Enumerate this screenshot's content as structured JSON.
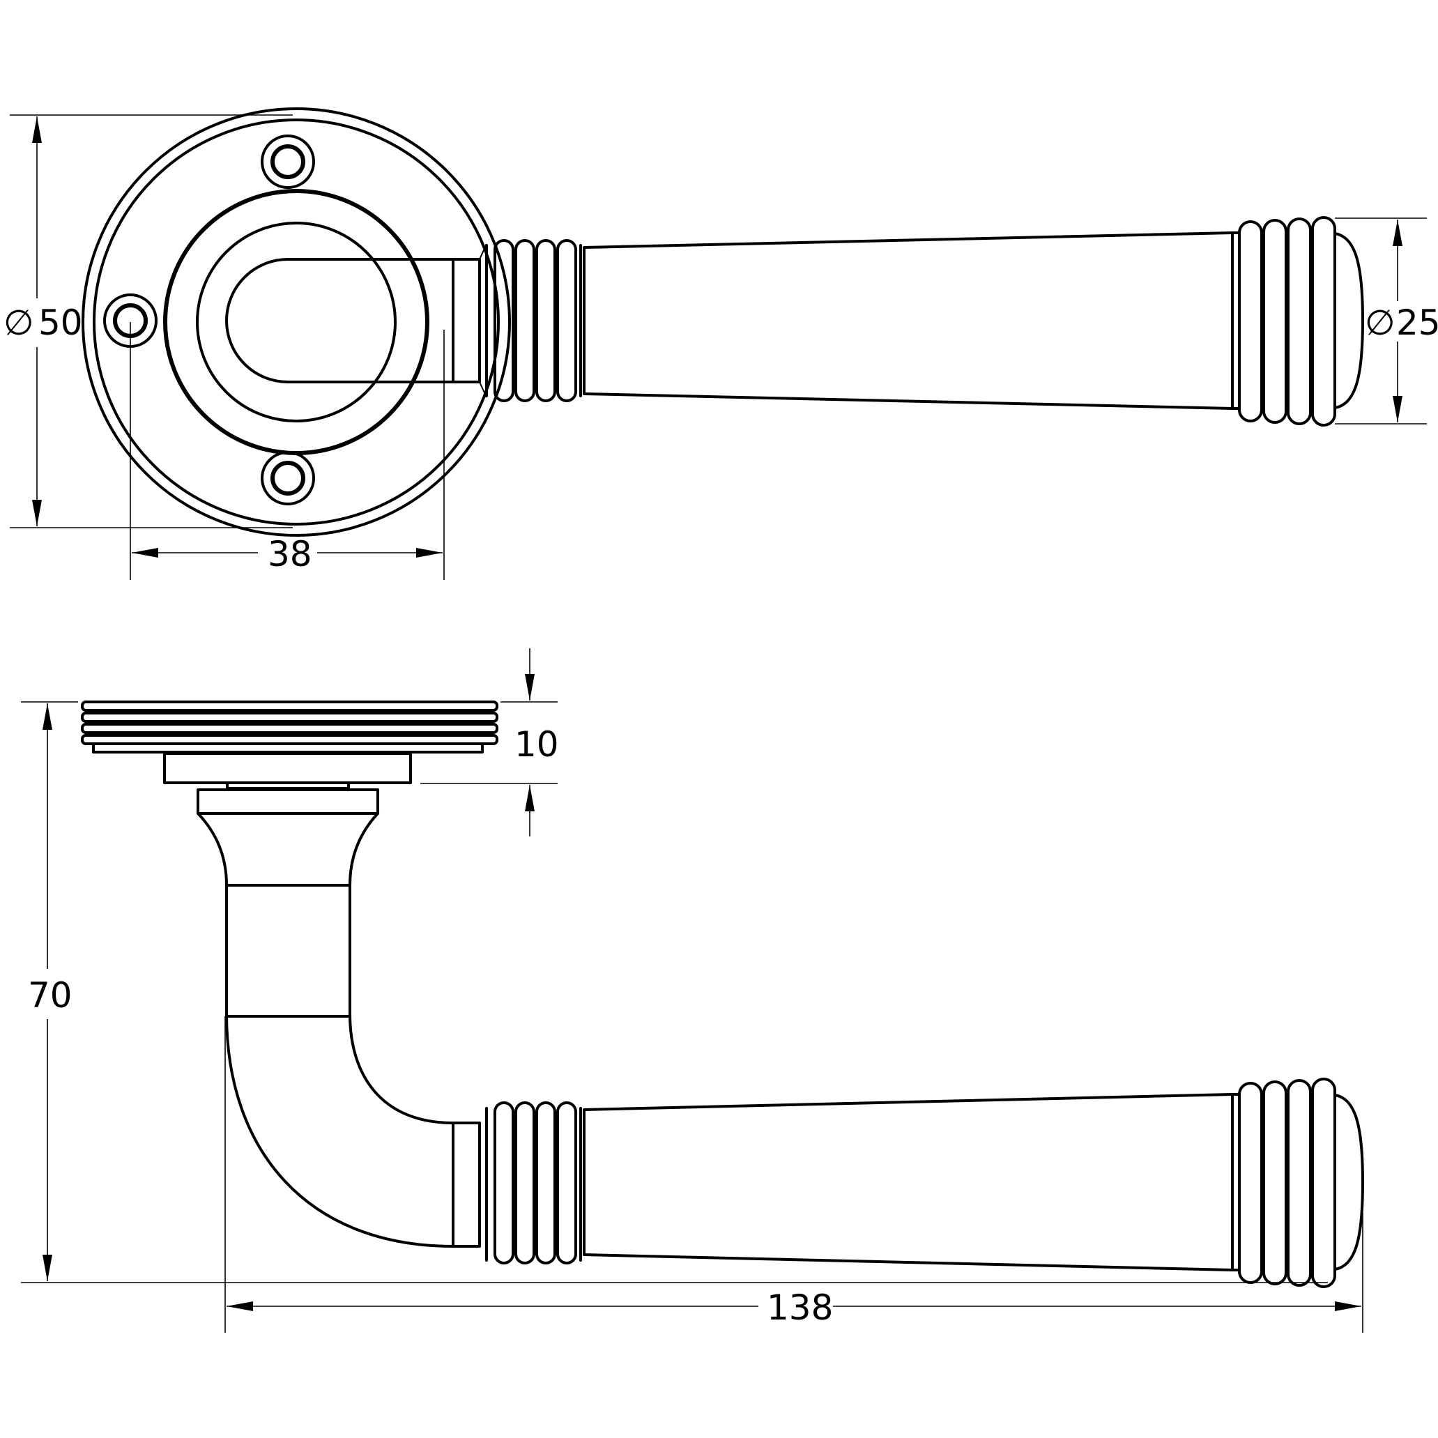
{
  "dimensions": {
    "rose_diameter": "50",
    "lever_end_diameter": "25",
    "spindle_to_fixing": "38",
    "rose_thickness": "10",
    "projection": "70",
    "lever_length": "138"
  },
  "diameter_symbol": "∅"
}
